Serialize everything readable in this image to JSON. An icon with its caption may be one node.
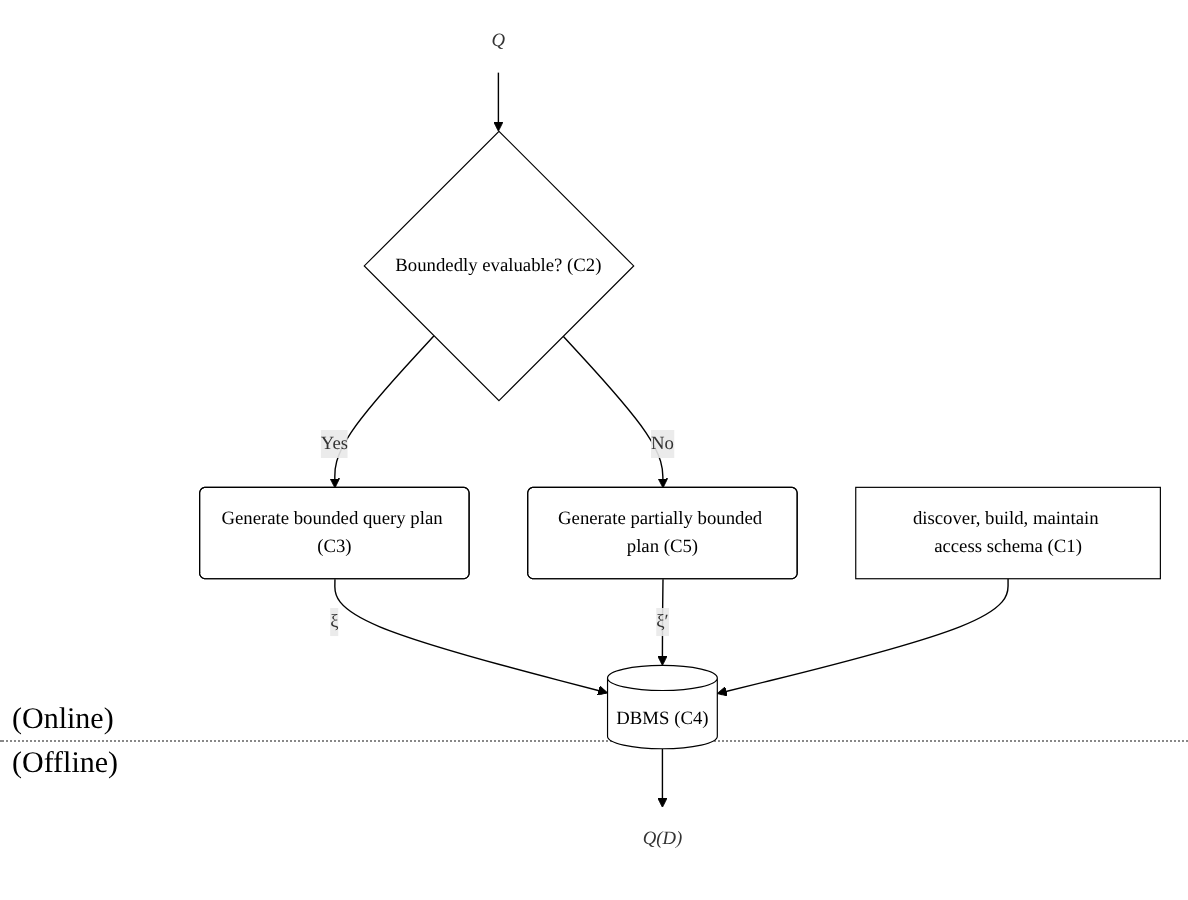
{
  "diagram": {
    "nodes": [
      {
        "text": [
          "Q"
        ]
      },
      {
        "text": [
          "Boundedly evaluable? (C2)"
        ]
      },
      {
        "text": [
          "Generate bounded query plan (C3)"
        ]
      },
      {
        "text": [
          "Generate partially bounded plan (C5)"
        ]
      },
      {
        "text": [
          "DBMS (C4)"
        ]
      },
      {
        "text": [
          "Q(D)"
        ]
      },
      {
        "text": [
          "discover, build, maintain access schema (C1)"
        ]
      }
    ],
    "edges": [
      {
        "from": 0,
        "to": 1,
        "arrow": "to"
      },
      {
        "from": 1,
        "to": 2,
        "arrow": "to",
        "label": "Yes"
      },
      {
        "from": 1,
        "to": 3,
        "arrow": "to",
        "label": "No"
      },
      {
        "from": 2,
        "to": 4,
        "arrow": "to",
        "label": "ξ"
      },
      {
        "from": 3,
        "to": 4,
        "arrow": "to",
        "label": "ξ′"
      },
      {
        "from": 4,
        "to": 5,
        "arrow": "to"
      },
      {
        "from": 6,
        "to": 4,
        "arrow": "to"
      }
    ],
    "labels": [
      "(Online)",
      "(Offline)"
    ]
  }
}
